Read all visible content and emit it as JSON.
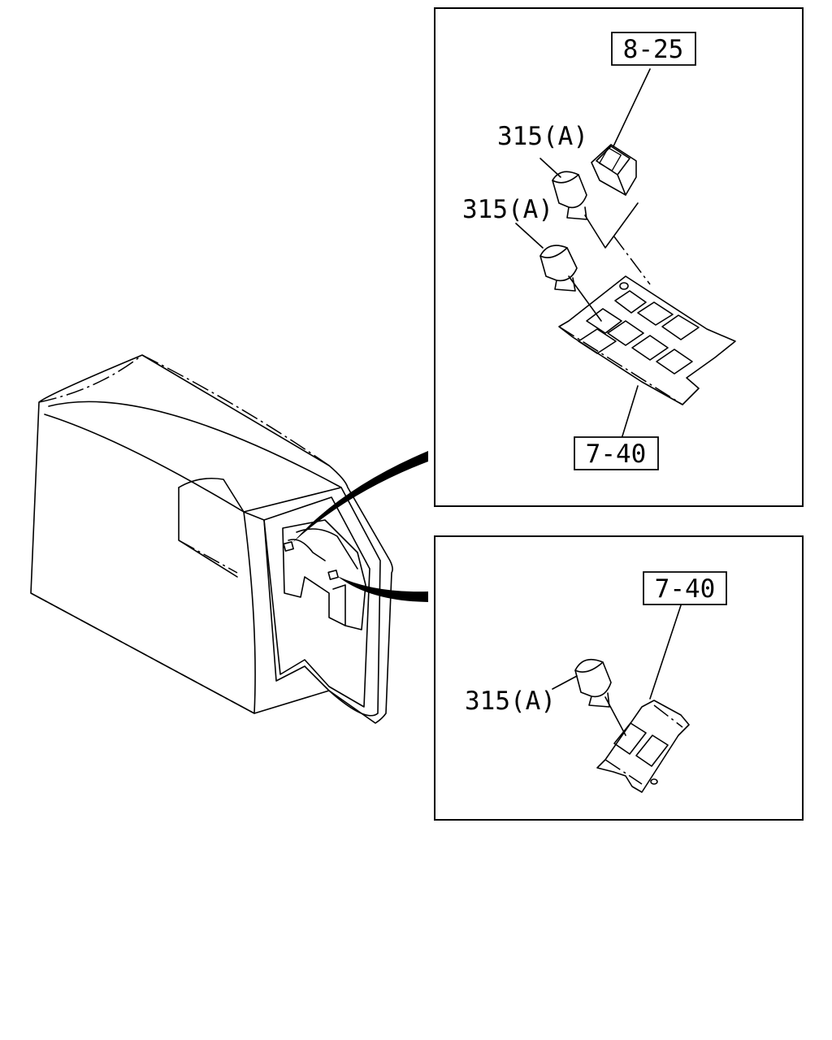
{
  "callouts": {
    "top_panel": {
      "ref_a": "8-25",
      "part_upper": "315(A)",
      "part_lower": "315(A)",
      "ref_b": "7-40"
    },
    "bottom_panel": {
      "ref": "7-40",
      "part": "315(A)"
    }
  },
  "colors": {
    "line": "#000000",
    "background": "#ffffff"
  }
}
